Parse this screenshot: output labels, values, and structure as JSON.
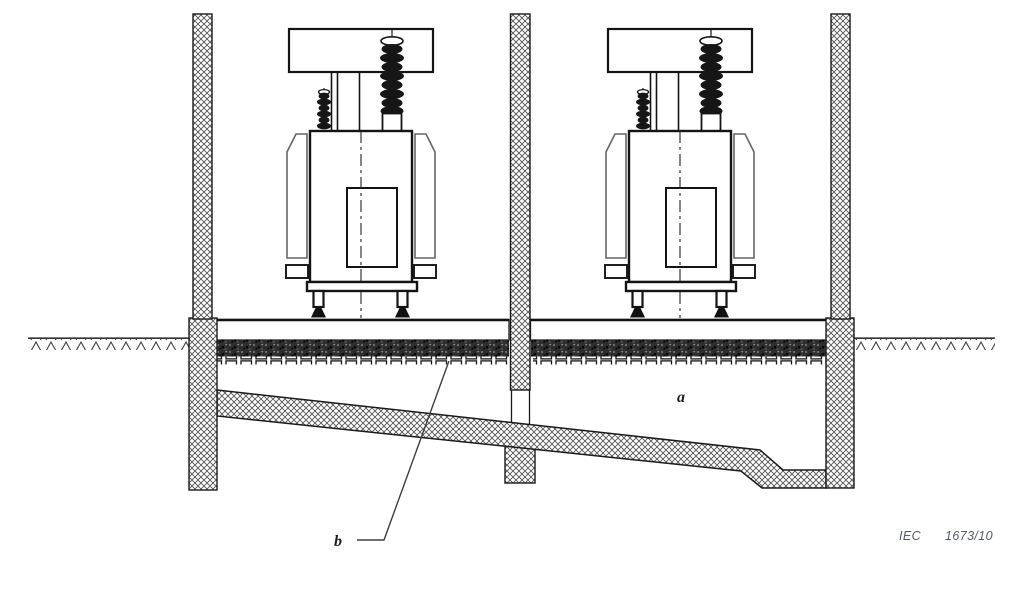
{
  "figure": {
    "label_a": "a",
    "label_b": "b",
    "reference": {
      "prefix": "IEC",
      "number": "1673/10"
    }
  },
  "colors": {
    "line": "#1a1a1a",
    "hatch": "#4d4d4d",
    "gravel": "#2e2e2e",
    "label_text": "#1f1f1f",
    "reference_text": "#555a66",
    "background": "#ffffff"
  }
}
